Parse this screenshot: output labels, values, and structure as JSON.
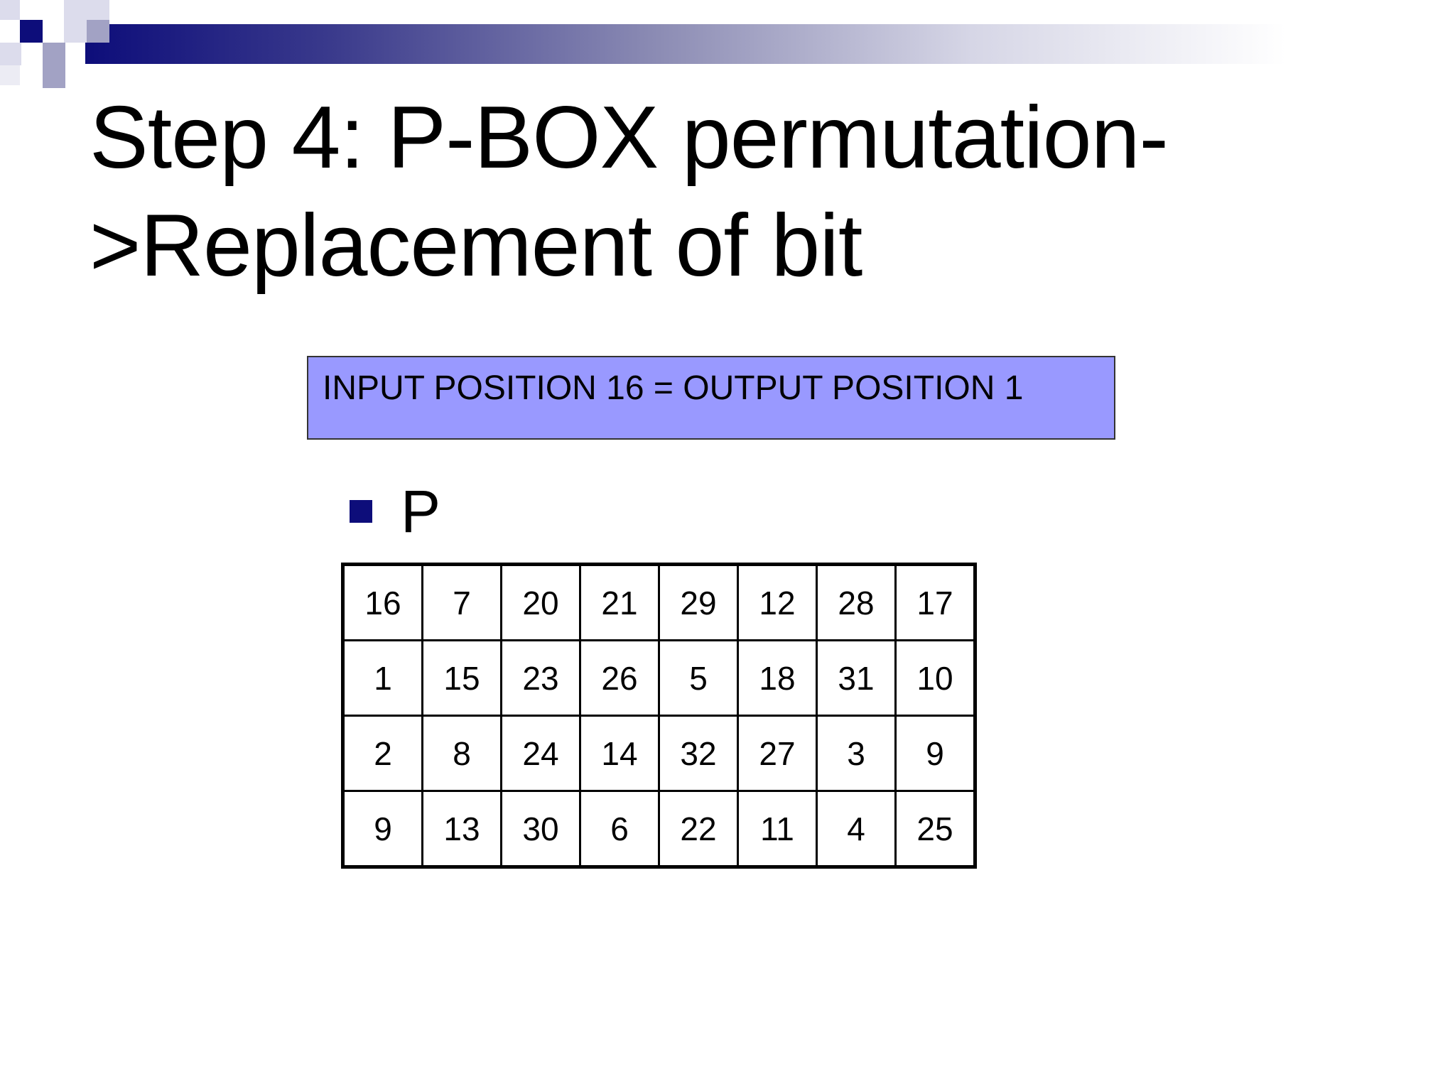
{
  "slide": {
    "title": "Step 4: P-BOX permutation->Replacement of bit",
    "callout": "INPUT POSITION 16 = OUTPUT POSITION 1",
    "bullet": "P",
    "table": [
      [
        "16",
        "7",
        "20",
        "21",
        "29",
        "12",
        "28",
        "17"
      ],
      [
        "1",
        "15",
        "23",
        "26",
        "5",
        "18",
        "31",
        "10"
      ],
      [
        "2",
        "8",
        "24",
        "14",
        "32",
        "27",
        "3",
        "9"
      ],
      [
        "9",
        "13",
        "30",
        "6",
        "22",
        "11",
        "4",
        "25"
      ]
    ]
  },
  "colors": {
    "accent_navy": "#0d0d7a",
    "callout_fill": "#9999ff"
  }
}
